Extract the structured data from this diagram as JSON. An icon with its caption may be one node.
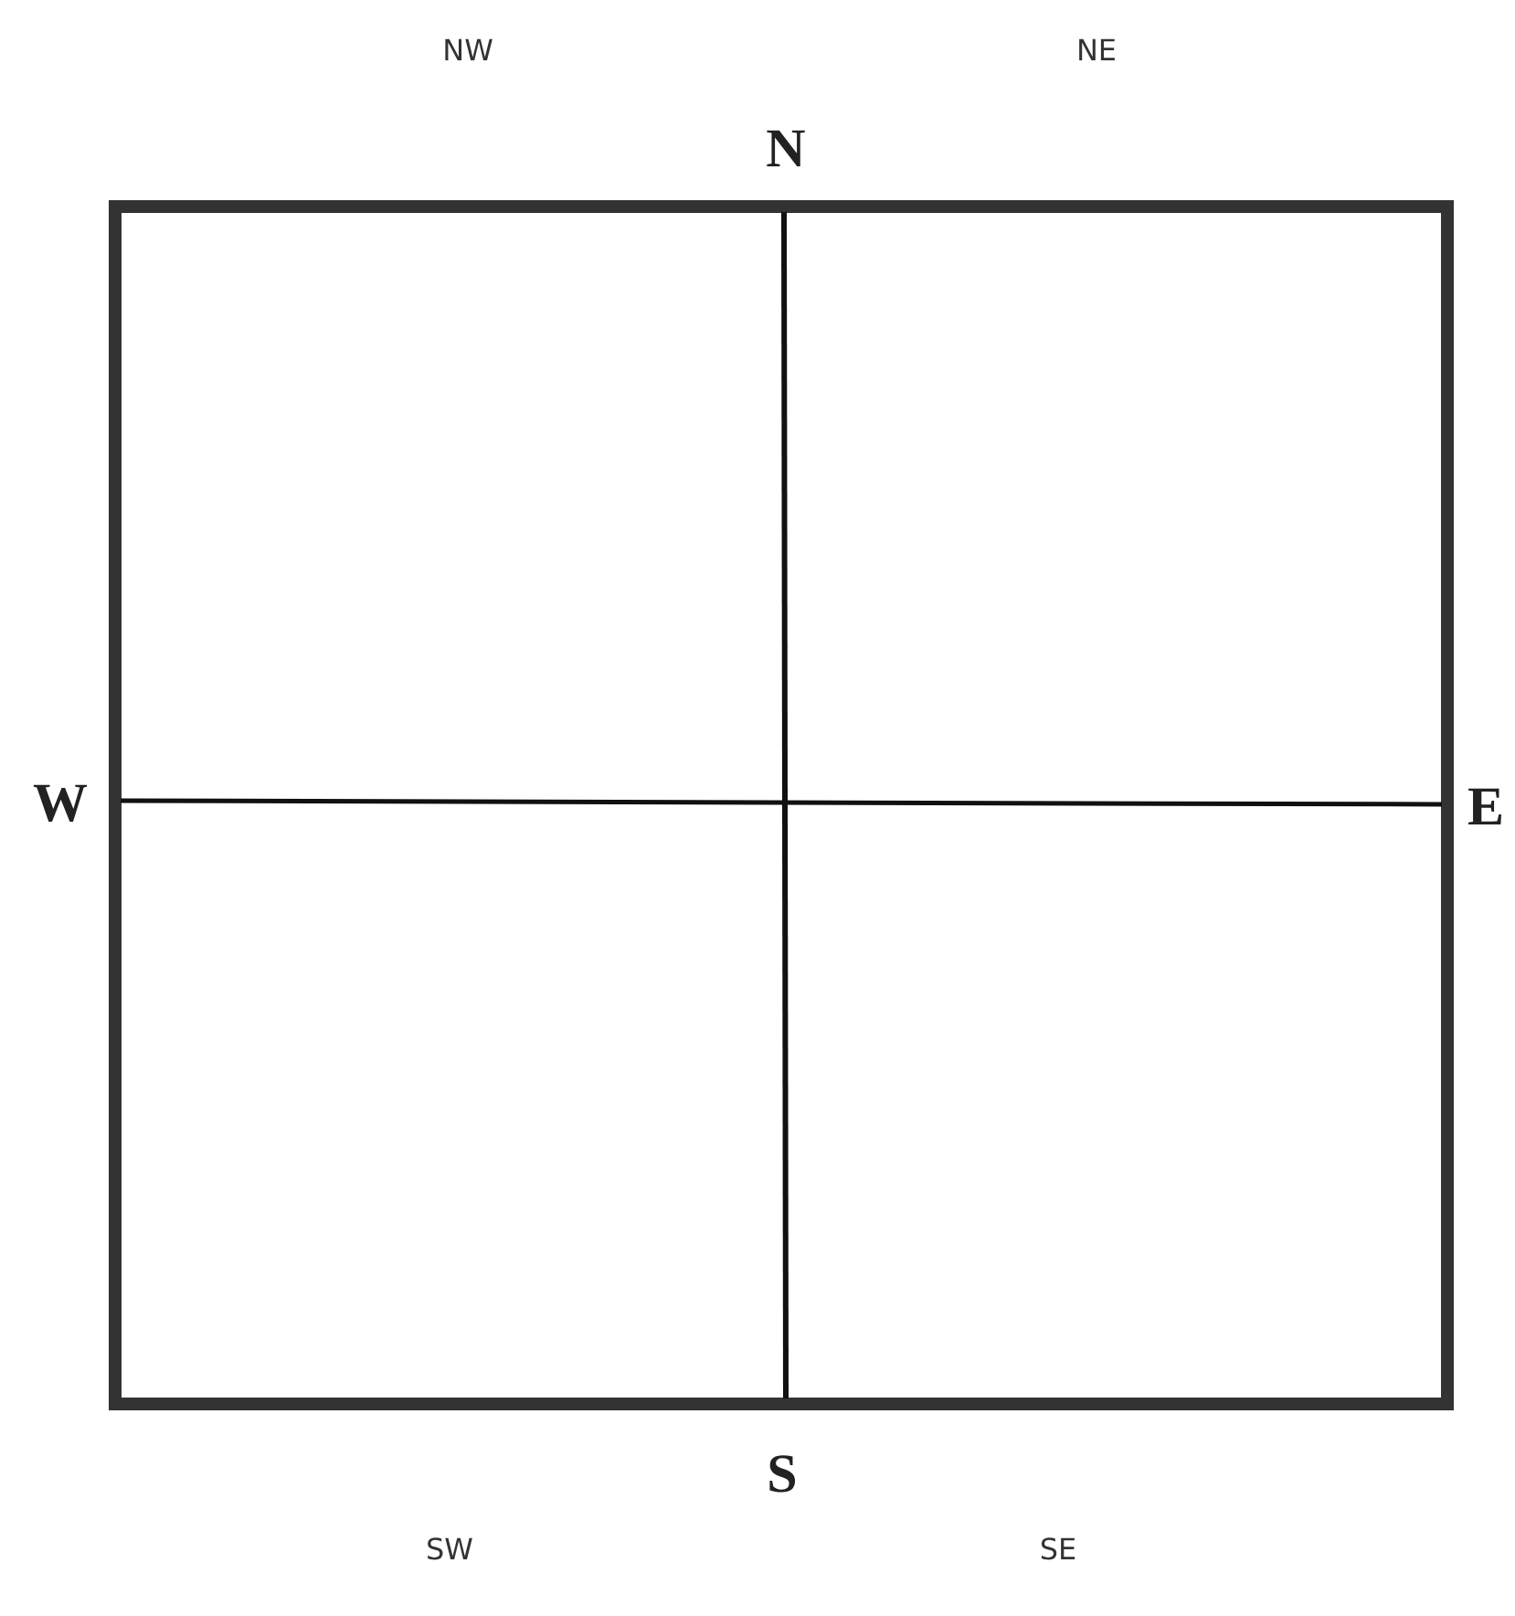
{
  "diagram": {
    "labels": [
      "NW",
      "NE",
      "N",
      "W",
      "E",
      "S",
      "SW",
      "SE"
    ]
  }
}
